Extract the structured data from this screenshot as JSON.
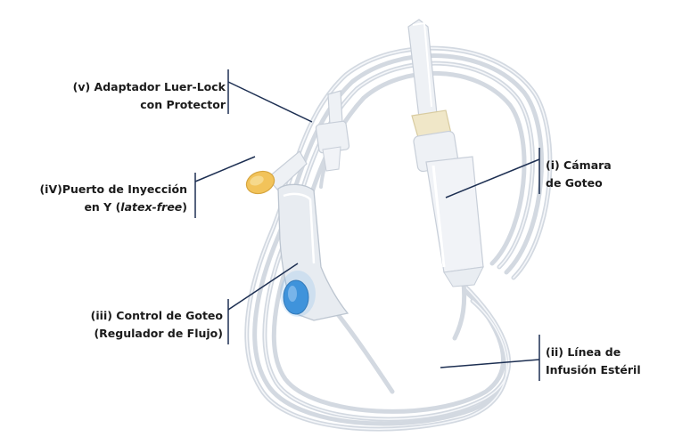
{
  "labels": {
    "v": {
      "line1": "(v) Adaptador Luer-Lock",
      "line2": "con Protector"
    },
    "iv": {
      "line1": "(iV)Puerto de Inyección",
      "line2_pre": "en Y (",
      "line2_em": "latex-free",
      "line2_post": ")"
    },
    "iii": {
      "line1": "(iii) Control de Goteo",
      "line2": "(Regulador de Flujo)"
    },
    "i": {
      "line1": "(i) Cámara",
      "line2": "de Goteo"
    },
    "ii": {
      "line1": "(ii) Línea de",
      "line2": "Infusión Estéril"
    }
  },
  "colors": {
    "leader": "#1d2f52",
    "tube": "#d5dbe3",
    "tube_highlight": "#f4f6f9",
    "chamber_cap": "#f0e7c8",
    "port_cap": "#f2c35a",
    "roller": "#3a8fd8"
  }
}
